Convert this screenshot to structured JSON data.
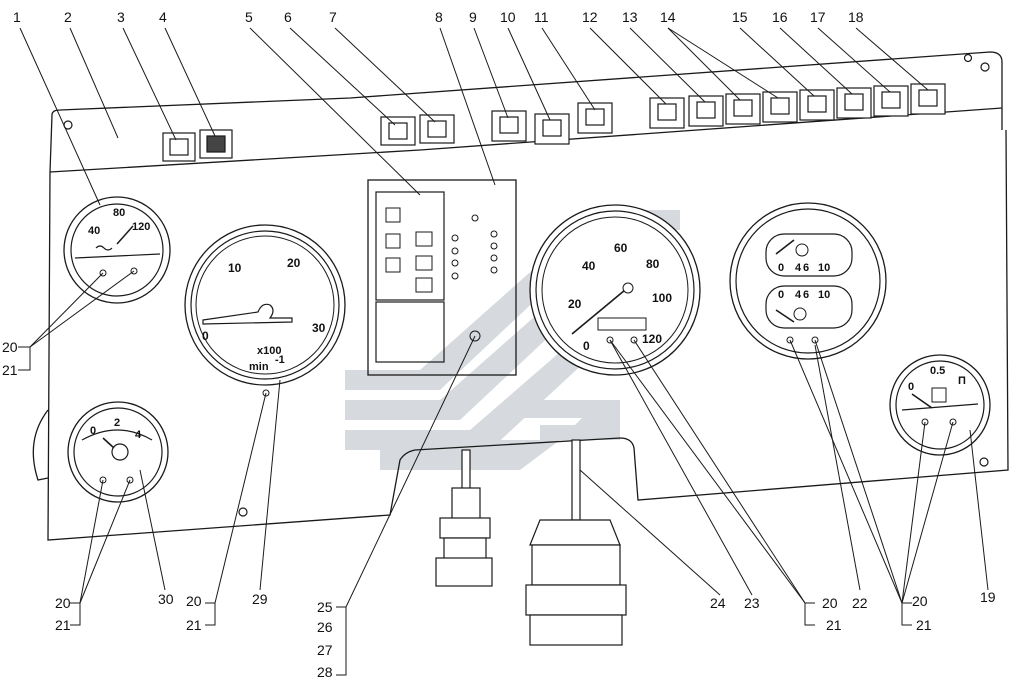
{
  "callouts": {
    "c1": "1",
    "c2": "2",
    "c3": "3",
    "c4": "4",
    "c5": "5",
    "c6": "6",
    "c7": "7",
    "c8": "8",
    "c9": "9",
    "c10": "10",
    "c11": "11",
    "c12": "12",
    "c13": "13",
    "c14": "14",
    "c15": "15",
    "c16": "16",
    "c17": "17",
    "c18": "18",
    "c19": "19",
    "c20": "20",
    "c21": "21",
    "c22": "22",
    "c23": "23",
    "c24": "24",
    "c25": "25",
    "c26": "26",
    "c27": "27",
    "c28": "28",
    "c29": "29",
    "c30": "30"
  },
  "gauges": {
    "temperature": {
      "t40": "40",
      "t80": "80",
      "t120": "120"
    },
    "tachometer": {
      "t0": "0",
      "t10": "10",
      "t20": "20",
      "t30": "30",
      "unit1": "x100",
      "unit2": "min",
      "unit3": "-1"
    },
    "oil_pressure": {
      "t0": "0",
      "t2": "2",
      "t4": "4"
    },
    "speedometer": {
      "t0": "0",
      "t20": "20",
      "t40": "40",
      "t60": "60",
      "t80": "80",
      "t100": "100",
      "t120": "120"
    },
    "air_pressure": {
      "a0": "0",
      "a4": "4",
      "a6": "6",
      "a10": "10"
    },
    "fuel": {
      "f0": "0",
      "f05": "0.5",
      "fP": "П"
    }
  },
  "colors": {
    "line": "#1a1a1a",
    "watermark": "#c9ced3"
  }
}
